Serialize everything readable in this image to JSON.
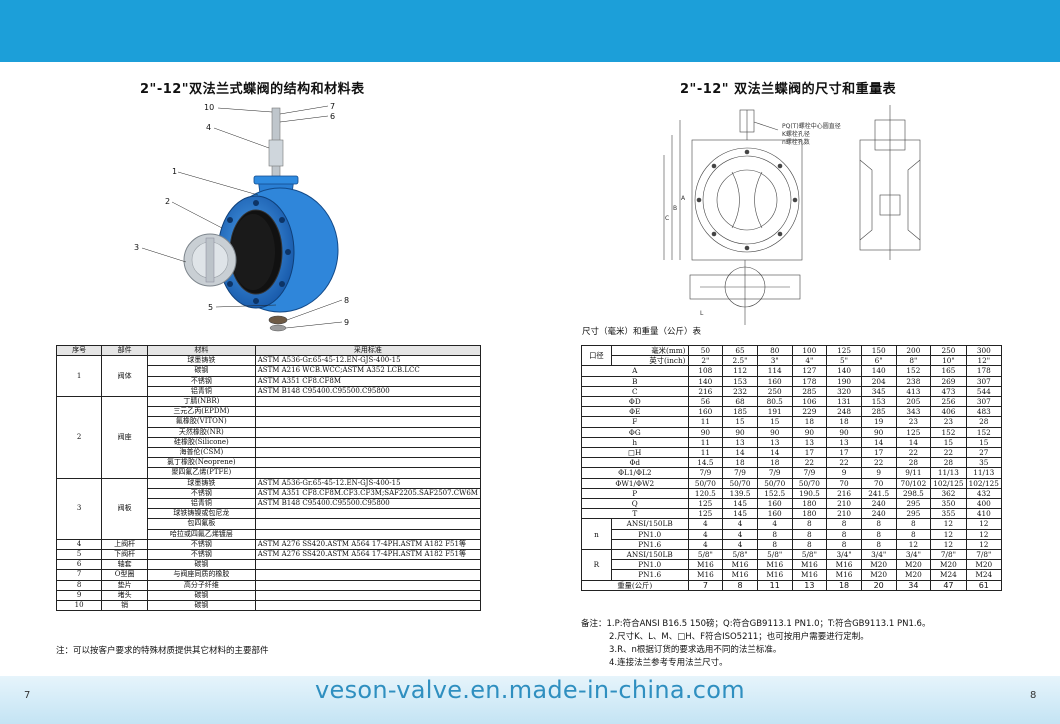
{
  "left": {
    "title": "2\"-12\"双法兰式蝶阀的结构和材料表",
    "callouts": [
      "10",
      "7",
      "6",
      "4",
      "1",
      "2",
      "3",
      "5",
      "8",
      "9"
    ],
    "table": {
      "headers": [
        "序号",
        "部件",
        "材料",
        "采用标准"
      ],
      "groups": [
        {
          "no": "1",
          "part": "阀体",
          "rows": [
            [
              "球墨铸铁",
              "ASTM A536-Gr.65-45-12.EN-GJS-400-15"
            ],
            [
              "碳钢",
              "ASTM A216 WCB.WCC;ASTM A352 LCB.LCC"
            ],
            [
              "不锈钢",
              "ASTM A351 CF8.CF8M"
            ],
            [
              "铝青铜",
              "ASTM B148 C95400.C95500.C95800"
            ]
          ]
        },
        {
          "no": "2",
          "part": "阀座",
          "rows": [
            [
              "丁腈(NBR)",
              ""
            ],
            [
              "三元乙丙(EPDM)",
              ""
            ],
            [
              "氟橡胶(VITON)",
              ""
            ],
            [
              "天然橡胶(NR)",
              ""
            ],
            [
              "硅橡胶(Silicone)",
              ""
            ],
            [
              "海普伦(CSM)",
              ""
            ],
            [
              "氯丁橡胶(Neoprene)",
              ""
            ],
            [
              "聚四氟乙烯(PTFE)",
              ""
            ]
          ]
        },
        {
          "no": "3",
          "part": "阀板",
          "rows": [
            [
              "球墨铸铁",
              "ASTM A536-Gr.65-45-12.EN-GJS-400-15"
            ],
            [
              "不锈钢",
              "ASTM A351 CF8.CF8M.CF3.CF3M;SAF2205.SAF2507.CW6M"
            ],
            [
              "铝青铜",
              "ASTM B148 C95400.C95500.C95800"
            ],
            [
              "球铁铸镍或包尼龙",
              ""
            ],
            [
              "包四氟板",
              ""
            ],
            [
              "哈拉或四氟乙烯镀层",
              ""
            ]
          ]
        },
        {
          "no": "4",
          "part": "上阀杆",
          "rows": [
            [
              "不锈钢",
              "ASTM A276 SS420.ASTM A564 17-4PH.ASTM A182 F51等"
            ]
          ]
        },
        {
          "no": "5",
          "part": "下阀杆",
          "rows": [
            [
              "不锈钢",
              "ASTM A276 SS420.ASTM A564 17-4PH.ASTM A182 F51等"
            ]
          ]
        },
        {
          "no": "6",
          "part": "轴套",
          "rows": [
            [
              "碳钢",
              ""
            ]
          ]
        },
        {
          "no": "7",
          "part": "O型圈",
          "rows": [
            [
              "与阀座同质的橡胶",
              ""
            ]
          ]
        },
        {
          "no": "8",
          "part": "垫片",
          "rows": [
            [
              "高分子纤维",
              ""
            ]
          ]
        },
        {
          "no": "9",
          "part": "堵头",
          "rows": [
            [
              "碳钢",
              ""
            ]
          ]
        },
        {
          "no": "10",
          "part": "销",
          "rows": [
            [
              "碳钢",
              ""
            ]
          ]
        }
      ]
    },
    "note": "注：可以按客户要求的特殊材质提供其它材料的主要部件",
    "page_number": "7"
  },
  "right": {
    "title": "2\"-12\" 双法兰蝶阀的尺寸和重量表",
    "drawing_labels": [
      "PQ(T)螺栓中心圆直径",
      "K螺栓孔径",
      "n螺栓孔数"
    ],
    "drawing_letters": [
      "A",
      "B",
      "C",
      "L"
    ],
    "table_title": "尺寸（毫米）和重量（公斤）表",
    "table": {
      "caliber": "口径",
      "mm_label": "毫米(mm)",
      "mm": [
        "50",
        "65",
        "80",
        "100",
        "125",
        "150",
        "200",
        "250",
        "300"
      ],
      "inch_label": "英寸(inch)",
      "inch": [
        "2\"",
        "2.5\"",
        "3\"",
        "4\"",
        "5\"",
        "6\"",
        "8\"",
        "10\"",
        "12\""
      ],
      "rows": [
        {
          "g": "",
          "label": "A",
          "v": [
            "108",
            "112",
            "114",
            "127",
            "140",
            "140",
            "152",
            "165",
            "178"
          ]
        },
        {
          "g": "",
          "label": "B",
          "v": [
            "140",
            "153",
            "160",
            "178",
            "190",
            "204",
            "238",
            "269",
            "307"
          ]
        },
        {
          "g": "",
          "label": "C",
          "v": [
            "216",
            "232",
            "250",
            "285",
            "320",
            "345",
            "413",
            "473",
            "544"
          ]
        },
        {
          "g": "",
          "label": "ΦD",
          "v": [
            "56",
            "68",
            "80.5",
            "106",
            "131",
            "153",
            "205",
            "256",
            "307"
          ]
        },
        {
          "g": "",
          "label": "ΦE",
          "v": [
            "160",
            "185",
            "191",
            "229",
            "248",
            "285",
            "343",
            "406",
            "483"
          ]
        },
        {
          "g": "",
          "label": "F",
          "v": [
            "11",
            "15",
            "15",
            "18",
            "18",
            "19",
            "23",
            "23",
            "28"
          ]
        },
        {
          "g": "",
          "label": "ΦG",
          "v": [
            "90",
            "90",
            "90",
            "90",
            "90",
            "90",
            "125",
            "152",
            "152"
          ]
        },
        {
          "g": "",
          "label": "h",
          "v": [
            "11",
            "13",
            "13",
            "13",
            "13",
            "14",
            "14",
            "15",
            "15"
          ]
        },
        {
          "g": "",
          "label": "□H",
          "v": [
            "11",
            "14",
            "14",
            "17",
            "17",
            "17",
            "22",
            "22",
            "27"
          ]
        },
        {
          "g": "",
          "label": "Φd",
          "v": [
            "14.5",
            "18",
            "18",
            "22",
            "22",
            "22",
            "28",
            "28",
            "35"
          ]
        },
        {
          "g": "",
          "label": "ΦL1/ΦL2",
          "v": [
            "7/9",
            "7/9",
            "7/9",
            "7/9",
            "9",
            "9",
            "9/11",
            "11/13",
            "11/13"
          ]
        },
        {
          "g": "",
          "label": "ΦW1/ΦW2",
          "v": [
            "50/70",
            "50/70",
            "50/70",
            "50/70",
            "70",
            "70",
            "70/102",
            "102/125",
            "102/125"
          ]
        },
        {
          "g": "",
          "label": "P",
          "v": [
            "120.5",
            "139.5",
            "152.5",
            "190.5",
            "216",
            "241.5",
            "298.5",
            "362",
            "432"
          ]
        },
        {
          "g": "",
          "label": "Q",
          "v": [
            "125",
            "145",
            "160",
            "180",
            "210",
            "240",
            "295",
            "350",
            "400"
          ]
        },
        {
          "g": "",
          "label": "T",
          "v": [
            "125",
            "145",
            "160",
            "180",
            "210",
            "240",
            "295",
            "355",
            "410"
          ]
        },
        {
          "g": "n",
          "label": "ANSI/150LB",
          "v": [
            "4",
            "4",
            "4",
            "8",
            "8",
            "8",
            "8",
            "12",
            "12"
          ]
        },
        {
          "g": "n",
          "label": "PN1.0",
          "v": [
            "4",
            "4",
            "8",
            "8",
            "8",
            "8",
            "8",
            "12",
            "12"
          ]
        },
        {
          "g": "n",
          "label": "PN1.6",
          "v": [
            "4",
            "4",
            "8",
            "8",
            "8",
            "8",
            "12",
            "12",
            "12"
          ]
        },
        {
          "g": "R",
          "label": "ANSI/150LB",
          "v": [
            "5/8\"",
            "5/8\"",
            "5/8\"",
            "5/8\"",
            "3/4\"",
            "3/4\"",
            "3/4\"",
            "7/8\"",
            "7/8\""
          ]
        },
        {
          "g": "R",
          "label": "PN1.0",
          "v": [
            "M16",
            "M16",
            "M16",
            "M16",
            "M16",
            "M20",
            "M20",
            "M20",
            "M20"
          ]
        },
        {
          "g": "R",
          "label": "PN1.6",
          "v": [
            "M16",
            "M16",
            "M16",
            "M16",
            "M16",
            "M20",
            "M20",
            "M24",
            "M24"
          ]
        },
        {
          "g": "",
          "label": "重量(公斤)",
          "v": [
            "7",
            "8",
            "11",
            "13",
            "18",
            "20",
            "34",
            "47",
            "61"
          ]
        }
      ]
    },
    "notes": [
      "备注：1.P:符合ANSI B16.5 150磅；Q:符合GB9113.1 PN1.0；T:符合GB9113.1 PN1.6。",
      "2.尺寸K、L、M、□H、F符合ISO5211；也可按用户需要进行定制。",
      "3.R、n根据订货的要求选用不同的法兰标准。",
      "4.连接法兰参考专用法兰尺寸。"
    ],
    "page_number": "8"
  },
  "footer": "veson-valve.en.made-in-china.com",
  "colors": {
    "band": "#1c9fd9",
    "valve": "#2a7fd4",
    "footer_text": "#2f8fc0"
  }
}
